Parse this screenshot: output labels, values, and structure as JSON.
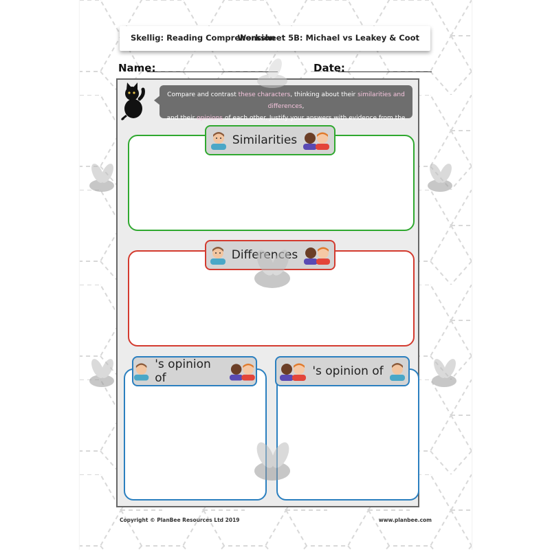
{
  "header": {
    "left_title": "Skellig: Reading Comprehension",
    "right_title": "Worksheet 5B: Michael vs Leakey & Coot"
  },
  "fields": {
    "name_label": "Name:",
    "date_label": "Date:"
  },
  "instructions": {
    "line1_a": "Compare and contrast ",
    "line1_b": "these characters",
    "line1_c": ", thinking about their ",
    "line1_d": "similarities and differences",
    "line1_e": ",",
    "line2_a": "and their ",
    "line2_b": "opinions",
    "line2_c": " of each other. Justify your answers with evidence from the text."
  },
  "sections": {
    "similarities": "Similarities",
    "differences": "Differences",
    "opinion_left": "'s opinion of",
    "opinion_right": "'s opinion of"
  },
  "colors": {
    "green": "#2fa82f",
    "red": "#d33a2e",
    "blue": "#2a7fbf"
  },
  "footer": {
    "copyright": "Copyright © PlanBee Resources Ltd 2019",
    "website": "www.planbee.com"
  }
}
